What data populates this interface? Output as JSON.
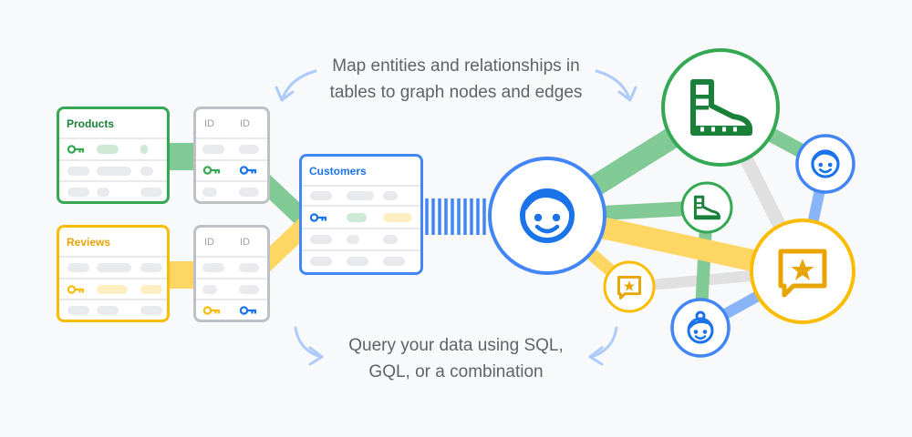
{
  "captions": {
    "top": [
      "Map entities and relationships in",
      "tables to graph nodes and edges"
    ],
    "bottom": [
      "Query your data using SQL,",
      "GQL, or a combination"
    ]
  },
  "tables": {
    "products": {
      "title": "Products",
      "color": "#34a853"
    },
    "reviews": {
      "title": "Reviews",
      "color": "#fbbc04"
    },
    "customers": {
      "title": "Customers",
      "color": "#4285f4"
    },
    "link_products": {
      "col1": "ID",
      "col2": "ID"
    },
    "link_reviews": {
      "col1": "ID",
      "col2": "ID"
    }
  },
  "colors": {
    "green": "#34a853",
    "green_light": "#81c995",
    "yellow": "#fbbc04",
    "yellow_light": "#fdd663",
    "blue": "#4285f4",
    "blue_light": "#8ab4f8",
    "gray_edge": "#e0e0e0",
    "row_bar": "#e8eaed",
    "border_gray": "#bdc1c6",
    "caption": "#5f6368",
    "arrow": "#aecbfa",
    "icon_green": "#188038",
    "icon_blue": "#1a73e8",
    "icon_yellow": "#e8a400"
  },
  "graph_nodes": [
    {
      "id": "customer-large",
      "icon": "face-icon"
    },
    {
      "id": "product-large",
      "icon": "boot-icon"
    },
    {
      "id": "product-small",
      "icon": "boot-icon"
    },
    {
      "id": "customer-small-top",
      "icon": "face-icon"
    },
    {
      "id": "review-large",
      "icon": "review-star-icon"
    },
    {
      "id": "review-small",
      "icon": "review-star-icon"
    },
    {
      "id": "customer-small-bottom",
      "icon": "face-with-bun-icon"
    }
  ]
}
